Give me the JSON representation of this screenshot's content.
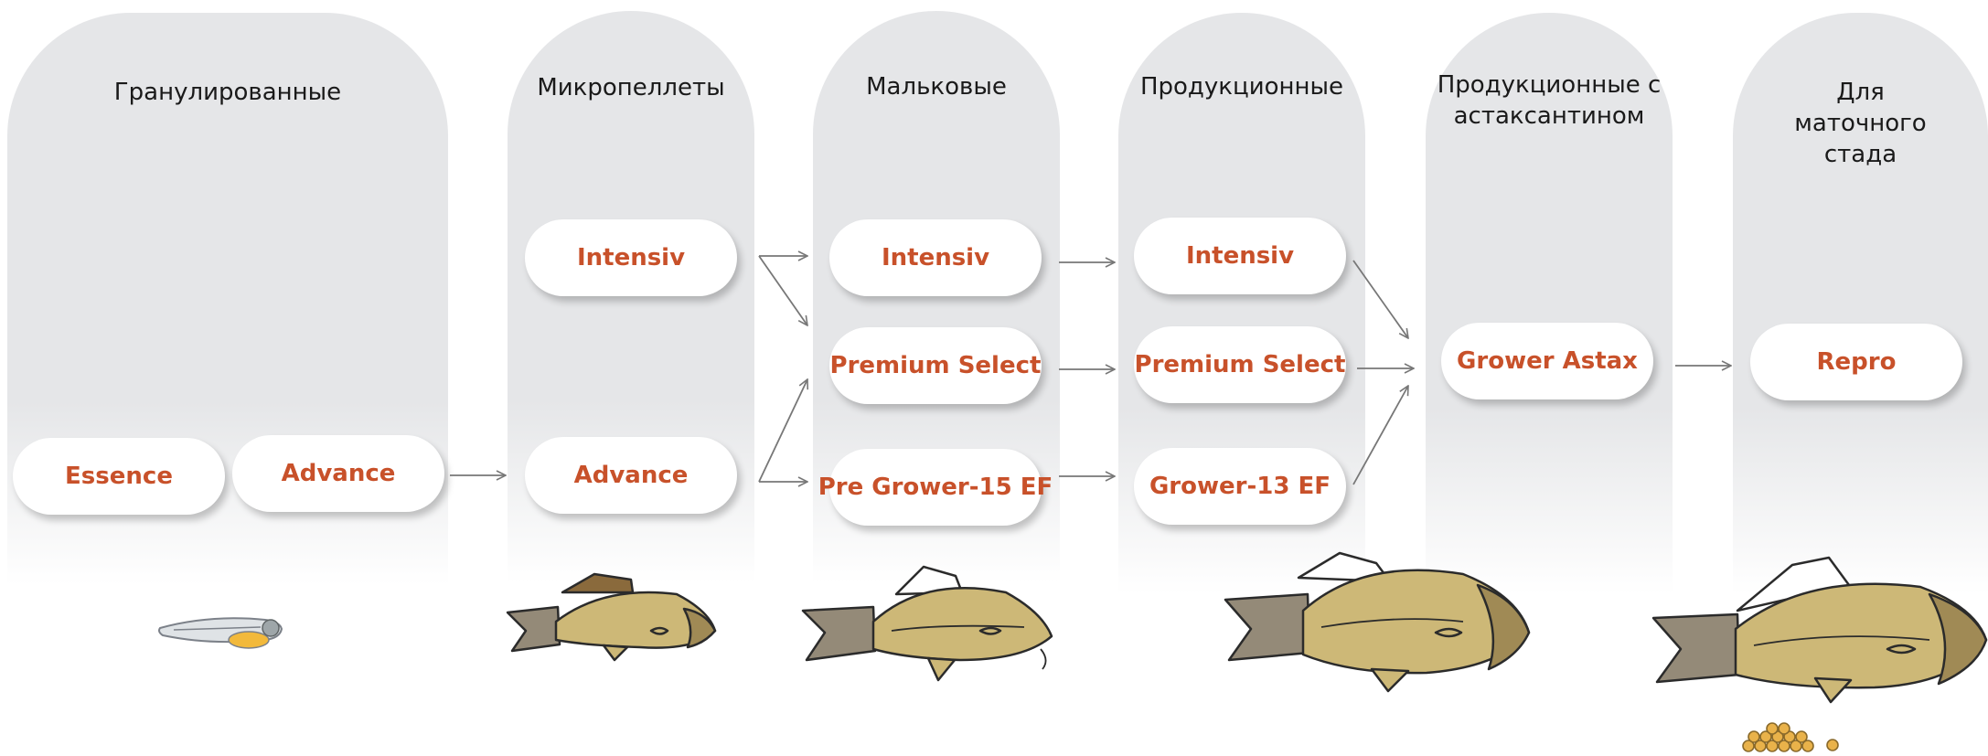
{
  "columns": [
    {
      "title": "Гранулированные"
    },
    {
      "title": "Микропеллеты"
    },
    {
      "title": "Мальковые"
    },
    {
      "title": "Продукционные"
    },
    {
      "title": "Продукционные с\nастаксантином"
    },
    {
      "title": "Для\nматочного\nстада"
    }
  ],
  "feeds": {
    "essence": "Essence",
    "advance_granulated": "Advance",
    "intensiv_micro": "Intensiv",
    "advance_micro": "Advance",
    "intensiv_fry": "Intensiv",
    "premium_select_fry": "Premium Select",
    "pre_grower": "Pre Grower-15 EF",
    "intensiv_prod": "Intensiv",
    "premium_select_prod": "Premium Select",
    "grower13": "Grower-13 EF",
    "grower_astax": "Grower Astax",
    "repro": "Repro"
  },
  "colors": {
    "accent": "#c8512a",
    "column_bg": "#e5e6e8",
    "arrow": "#777777",
    "fish_body": "#cdb877",
    "fish_tail": "#948a78",
    "egg": "#e9b24a"
  }
}
